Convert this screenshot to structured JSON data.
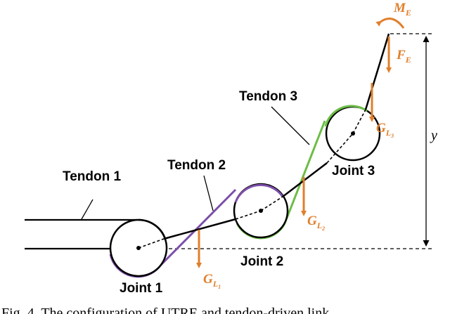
{
  "colors": {
    "force": "#e07f2c",
    "tendon_green": "#6cbd45",
    "tendon_purple": "#7c4fa8",
    "line": "#000000"
  },
  "labels": {
    "tendon1": "Tendon 1",
    "tendon2": "Tendon 2",
    "tendon3": "Tendon 3",
    "joint1": "Joint 1",
    "joint2": "Joint 2",
    "joint3": "Joint 3",
    "y_dim": "y"
  },
  "forces": {
    "moment_end": {
      "main": "M",
      "sub": "E"
    },
    "force_end": {
      "main": "F",
      "sub": "E"
    },
    "gravity_link1": {
      "main": "G",
      "sub": "L",
      "subsub": "1"
    },
    "gravity_link2": {
      "main": "G",
      "sub": "L",
      "subsub": "2"
    },
    "gravity_link3": {
      "main": "G",
      "sub": "L",
      "subsub": "3"
    }
  },
  "caption": "Fig. 4. The configuration of UTRE and tendon-driven link"
}
